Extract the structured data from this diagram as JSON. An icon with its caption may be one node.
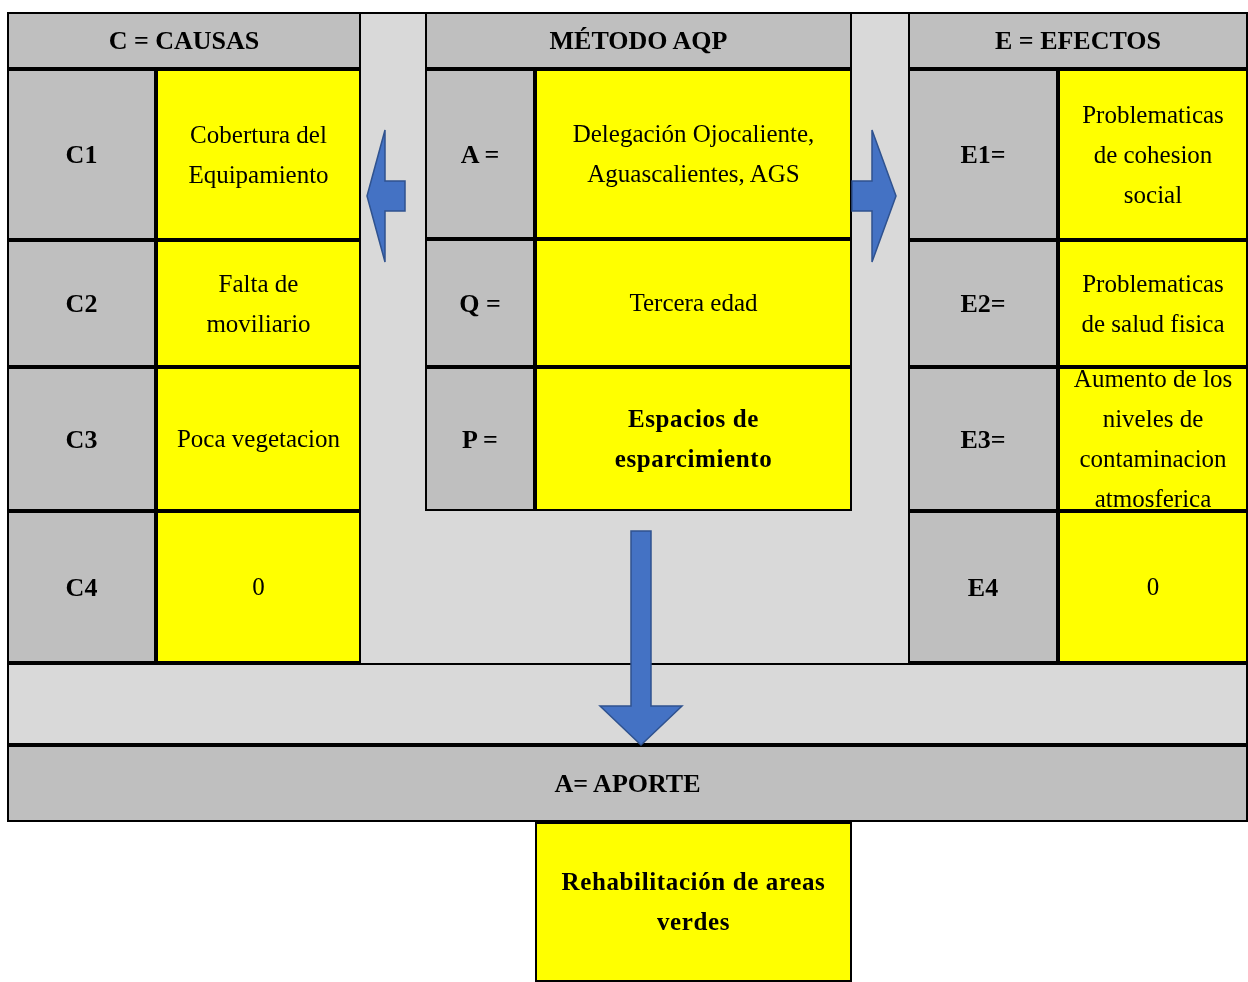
{
  "diagram": {
    "nodes": [
      {
        "text": [
          "C = CAUSAS"
        ]
      },
      {
        "text": [
          "C1"
        ]
      },
      {
        "text": [
          "Cobertura del Equipamiento"
        ]
      },
      {
        "text": [
          "C2"
        ]
      },
      {
        "text": [
          "Falta de moviliario"
        ]
      },
      {
        "text": [
          "C3"
        ]
      },
      {
        "text": [
          "Poca vegetacion"
        ]
      },
      {
        "text": [
          "C4"
        ]
      },
      {
        "text": [
          "0"
        ]
      },
      {
        "text": [
          "MÉTODO AQP"
        ]
      },
      {
        "text": [
          "A ="
        ]
      },
      {
        "text": [
          "Delegación Ojocaliente, Aguascalientes, AGS"
        ]
      },
      {
        "text": [
          "Q ="
        ]
      },
      {
        "text": [
          "Tercera edad"
        ]
      },
      {
        "text": [
          "P ="
        ]
      },
      {
        "text": [
          "Espacios de esparcimiento"
        ]
      },
      {
        "text": [
          "E = EFECTOS"
        ]
      },
      {
        "text": [
          "E1="
        ]
      },
      {
        "text": [
          "Problematicas de cohesion social"
        ]
      },
      {
        "text": [
          "E2="
        ]
      },
      {
        "text": [
          "Problematicas de salud fisica"
        ]
      },
      {
        "text": [
          "E3="
        ]
      },
      {
        "text": [
          "Aumento de los niveles de contaminacion atmosferica"
        ]
      },
      {
        "text": [
          "E4"
        ]
      },
      {
        "text": [
          "0"
        ]
      },
      {
        "text": [
          "A= APORTE"
        ]
      },
      {
        "text": [
          "Rehabilitación de areas verdes"
        ]
      }
    ],
    "edges": [
      {
        "from": 10,
        "to": 2,
        "arrow": "to"
      },
      {
        "from": 11,
        "to": 17,
        "arrow": "to"
      },
      {
        "from": 15,
        "to": 25,
        "arrow": "to"
      }
    ]
  }
}
